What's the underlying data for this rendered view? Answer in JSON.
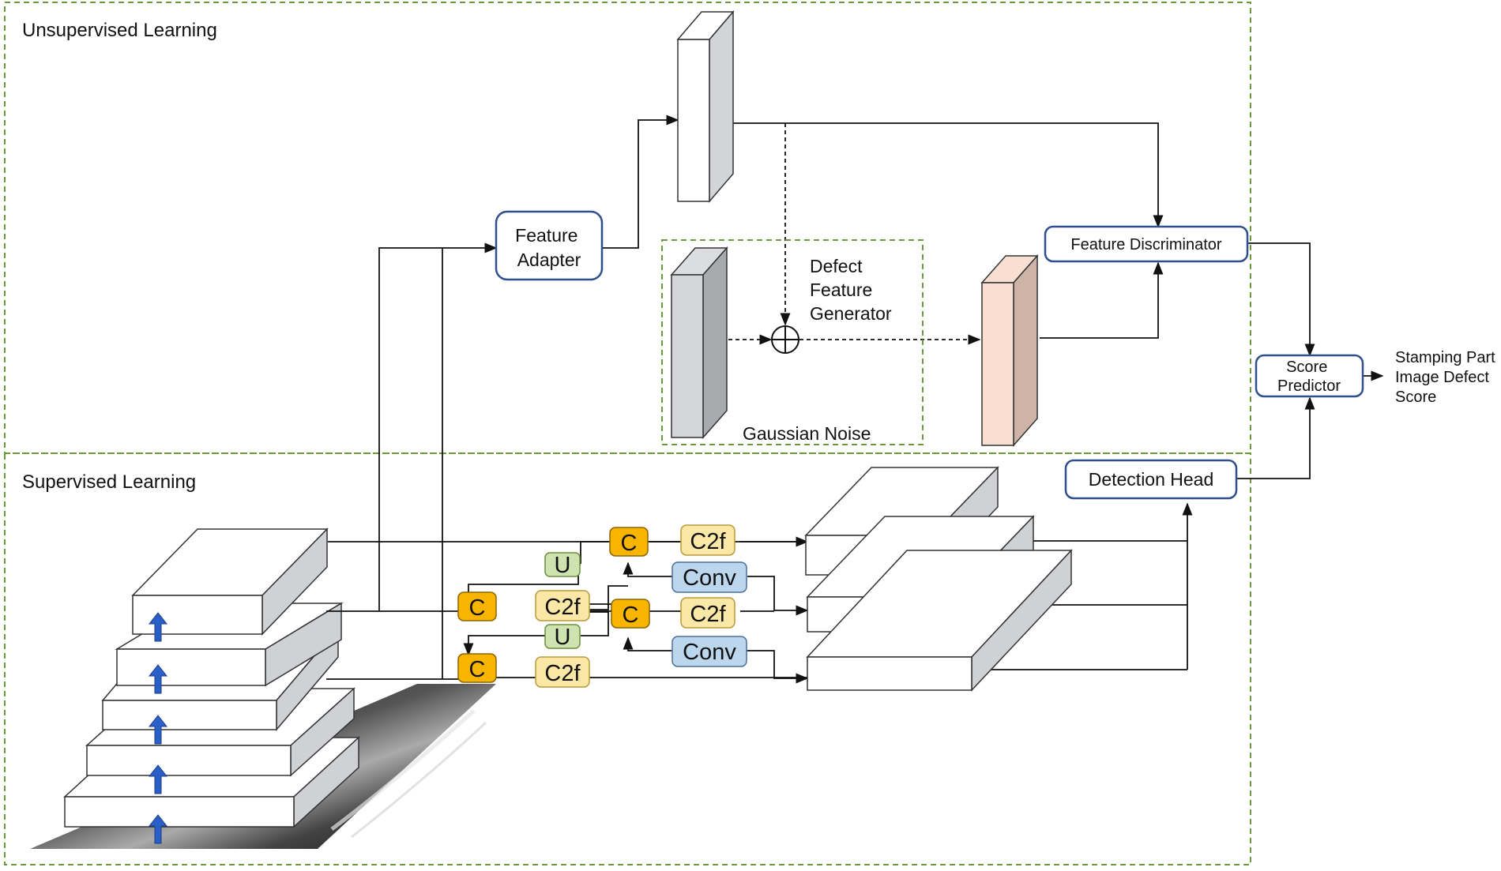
{
  "regions": {
    "unsupervised": "Unsupervised Learning",
    "supervised": "Supervised Learning"
  },
  "nodes": {
    "feature_adapter": [
      "Feature",
      "Adapter"
    ],
    "defect_generator": [
      "Defect",
      "Feature",
      "Generator"
    ],
    "gaussian_noise": "Gaussian Noise",
    "feature_discriminator": "Feature Discriminator",
    "score_predictor": [
      "Score",
      "Predictor"
    ],
    "detection_head": "Detection Head",
    "output_label": [
      "Stamping Part",
      "Image Defect",
      "Score"
    ]
  },
  "blocks": {
    "concat": "C",
    "c2f": "C2f",
    "upsample": "U",
    "conv": "Conv"
  },
  "colors": {
    "region_border": "#6a9a3a",
    "node_border": "#2f4f8f",
    "concat_fill": "#f7b500",
    "c2f_fill": "#fbe7a6",
    "upsample_fill": "#cfe3b0",
    "conv_fill": "#bcd6ee",
    "feature_pink": "#f8dfd2",
    "feature_grey": "#d4d6da",
    "arrow_blue": "#2a5fc8"
  }
}
